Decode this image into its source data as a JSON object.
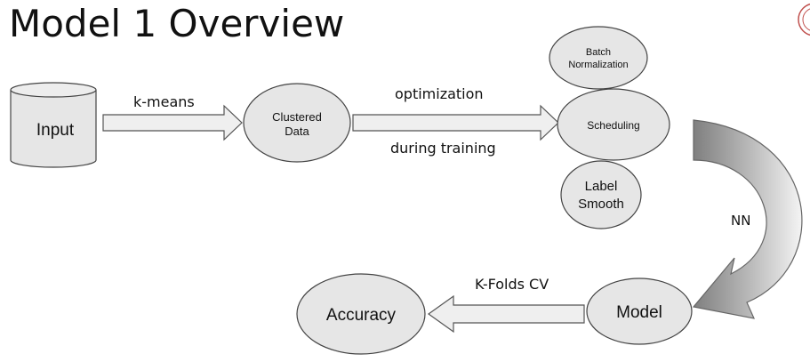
{
  "title": "Model 1 Overview",
  "nodes": {
    "input": "Input",
    "clustered_line1": "Clustered",
    "clustered_line2": "Data",
    "batch_line1": "Batch",
    "batch_line2": "Normalization",
    "scheduling": "Scheduling",
    "label_line1": "Label",
    "label_line2": "Smooth",
    "model": "Model",
    "accuracy": "Accuracy"
  },
  "edges": {
    "kmeans": "k-means",
    "optimization": "optimization",
    "during_training": "during training",
    "nn": "NN",
    "kfolds": "K-Folds CV"
  },
  "colors": {
    "node_fill": "#e6e6e6",
    "stroke": "#444444",
    "arrow_fill": "#efefef",
    "curve_light": "#f2f2f2",
    "curve_dark": "#8c8c8c",
    "logo_accent": "#c0504d"
  }
}
